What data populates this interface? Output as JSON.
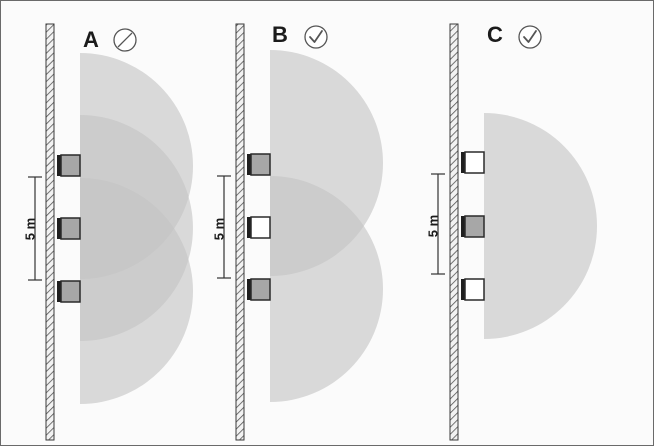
{
  "panels": [
    {
      "id": "A",
      "label": "A",
      "status_icon": "prohibited-icon",
      "distance_label": "5 m",
      "sensors": [
        "active",
        "active",
        "active"
      ]
    },
    {
      "id": "B",
      "label": "B",
      "status_icon": "checkmark-icon",
      "distance_label": "5 m",
      "sensors": [
        "active",
        "inactive",
        "active"
      ]
    },
    {
      "id": "C",
      "label": "C",
      "status_icon": "checkmark-icon",
      "distance_label": "5 m",
      "sensors": [
        "inactive",
        "active",
        "inactive"
      ]
    }
  ],
  "colors": {
    "coverage_fill": "#c4c4c4",
    "active_sensor": "#a7a7a7",
    "inactive_sensor": "#ffffff",
    "outline": "#2a2a2a"
  }
}
